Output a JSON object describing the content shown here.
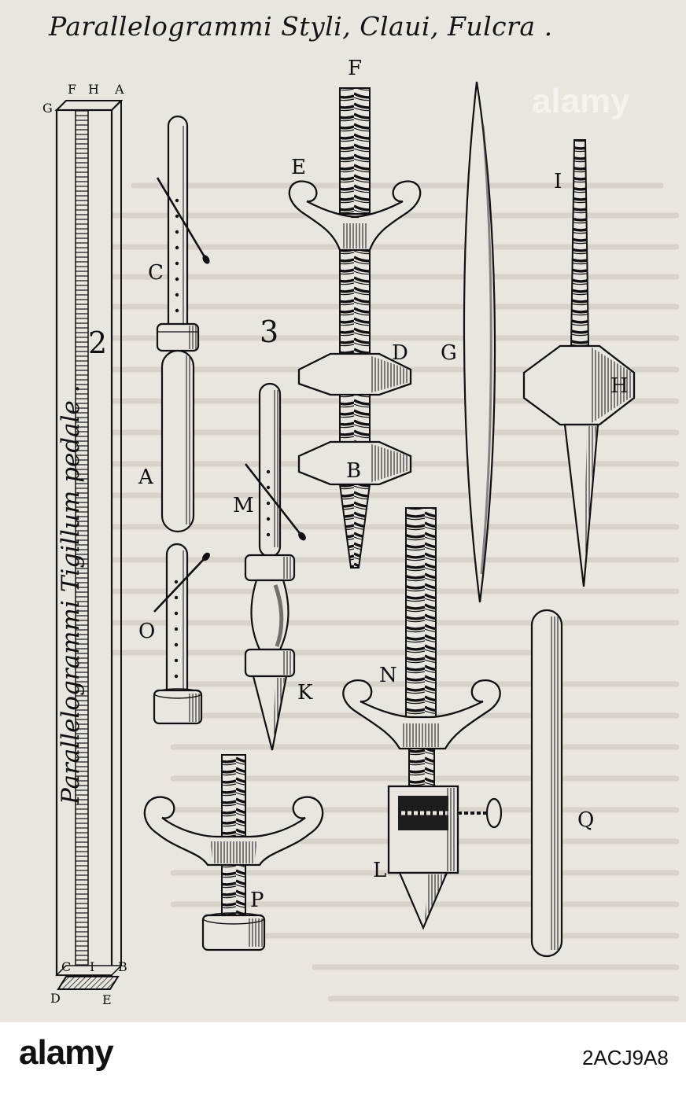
{
  "title": "Parallelogrammi Styli, Claui, Fulcra .",
  "side_title": "Parallelogrammi Tigillum pedale .",
  "numerals": {
    "two": "2",
    "three": "3"
  },
  "ruler_letters": {
    "g": "G",
    "f": "F",
    "h": "H",
    "a": "A",
    "c": "C",
    "i": "I",
    "b": "B",
    "d": "D",
    "e": "E"
  },
  "figure_letters": {
    "c": "C",
    "a": "A",
    "o": "O",
    "m": "M",
    "k": "K",
    "p": "P",
    "f": "F",
    "e": "E",
    "d": "D",
    "b": "B",
    "n": "N",
    "l": "L",
    "g": "G",
    "i": "I",
    "h": "H",
    "q": "Q"
  },
  "watermark": "alamy",
  "footer": {
    "brand": "alamy",
    "stock_id": "2ACJ9A8"
  }
}
